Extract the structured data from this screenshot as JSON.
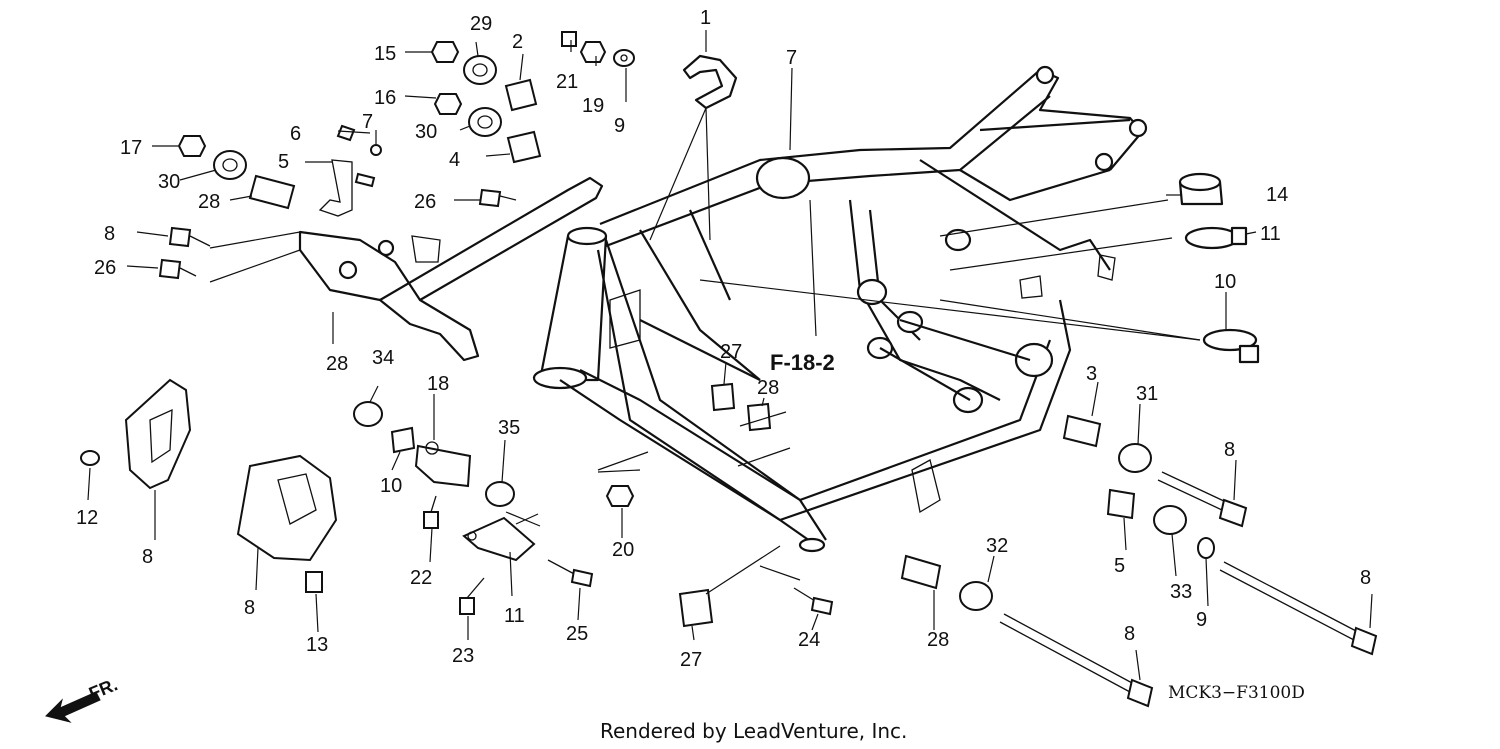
{
  "callouts": [
    "1",
    "2",
    "3",
    "4",
    "5",
    "5",
    "6",
    "7",
    "7",
    "8",
    "8",
    "8",
    "8",
    "8",
    "8",
    "9",
    "9",
    "10",
    "10",
    "11",
    "11",
    "12",
    "13",
    "14",
    "15",
    "16",
    "17",
    "18",
    "19",
    "20",
    "21",
    "22",
    "23",
    "24",
    "25",
    "26",
    "26",
    "27",
    "28",
    "28",
    "28",
    "28",
    "29",
    "30",
    "30",
    "31",
    "32",
    "33",
    "34",
    "35"
  ],
  "reference_label": "F-18-2",
  "diagram_code": "MCK3−F3100D",
  "direction_label": "FR.",
  "credit": "Rendered by LeadVenture, Inc."
}
